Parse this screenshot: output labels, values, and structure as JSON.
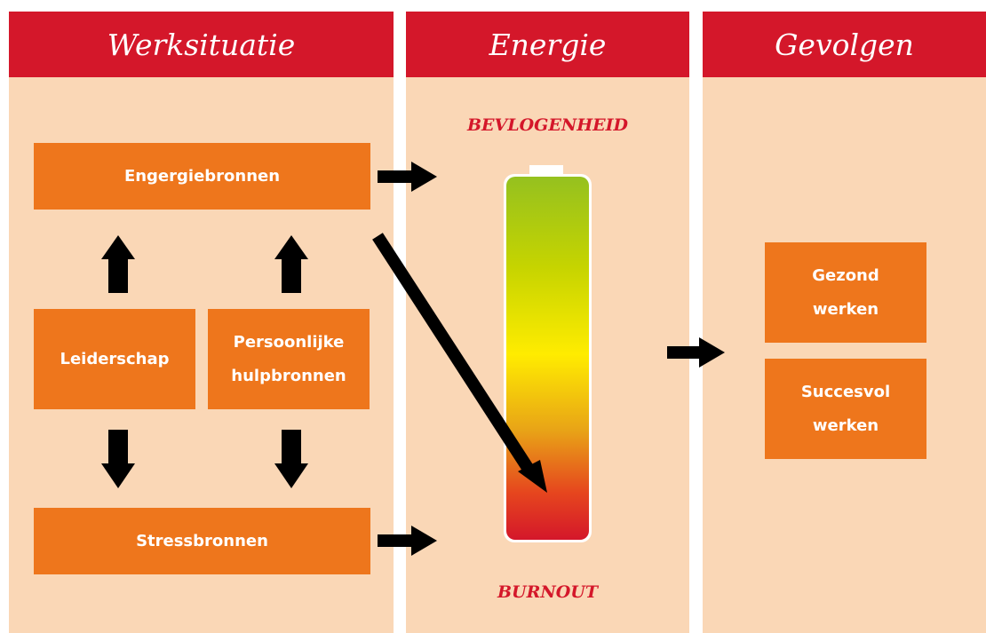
{
  "columns": {
    "werksituatie": {
      "title": "Werksituatie"
    },
    "energie": {
      "title": "Energie",
      "top_label": "BEVLOGENHEID",
      "bottom_label": "BURNOUT",
      "label_color": "#d4172a",
      "battery_gradient": [
        "#95c11f",
        "#c6d400",
        "#ffec00",
        "#e8a317",
        "#e6461e",
        "#d4172a"
      ]
    },
    "gevolgen": {
      "title": "Gevolgen"
    }
  },
  "boxes": {
    "energiebronnen": "Engergiebronnen",
    "leiderschap": "Leiderschap",
    "persoonlijke_hulpbronnen": "Persoonlijke\nhulpbronnen",
    "stressbronnen": "Stressbronnen",
    "gezond_werken": "Gezond\nwerken",
    "succesvol_werken": "Succesvol\nwerken"
  },
  "colors": {
    "header": "#d4172a",
    "panel": "#fad7b6",
    "box": "#ee761c",
    "arrow": "#000000"
  }
}
